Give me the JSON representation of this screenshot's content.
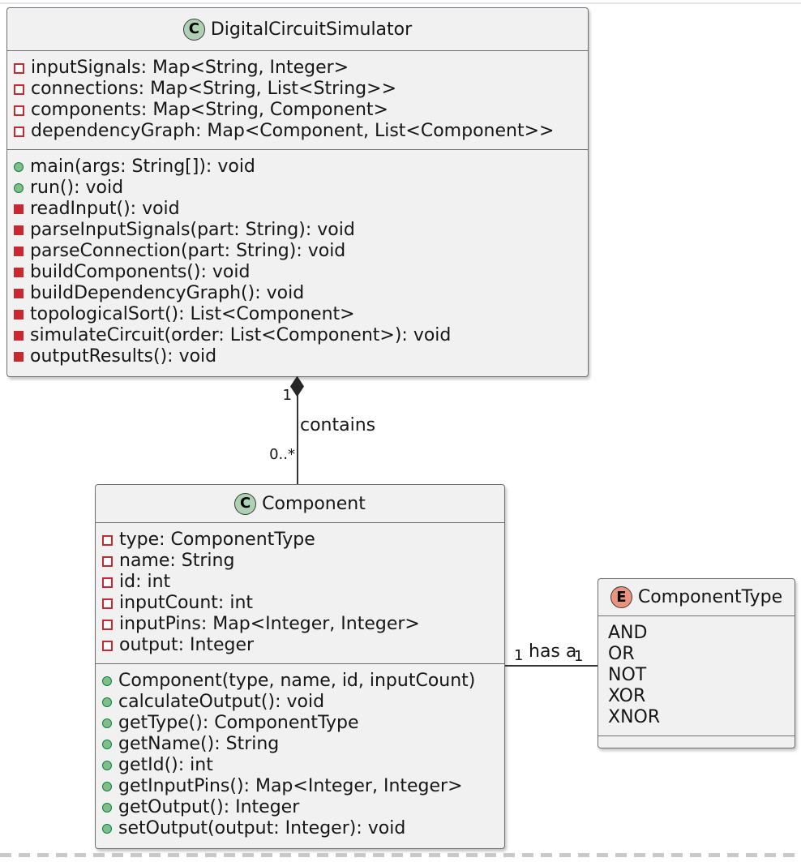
{
  "diagram": {
    "kind": "uml-class-diagram",
    "colors": {
      "node_fill": "#F1F1F1",
      "node_border": "#6f6f6f",
      "class_icon_fill": "#ADD1B2",
      "enum_icon_fill": "#EB937F",
      "private_red": "#C82930",
      "public_green_fill": "#84BE84",
      "public_green_border": "#038048",
      "edge_color": "#333333"
    },
    "classes": [
      {
        "name": "DigitalCircuitSimulator",
        "kind": "class",
        "icon_letter": "C",
        "attributes": [
          {
            "vis": "field-private",
            "text": "inputSignals: Map<String, Integer>"
          },
          {
            "vis": "field-private",
            "text": "connections: Map<String, List<String>>"
          },
          {
            "vis": "field-private",
            "text": "components: Map<String, Component>"
          },
          {
            "vis": "field-private",
            "text": "dependencyGraph: Map<Component, List<Component>>"
          }
        ],
        "methods": [
          {
            "vis": "method-public",
            "text": "main(args: String[]): void"
          },
          {
            "vis": "method-public",
            "text": "run(): void"
          },
          {
            "vis": "method-private",
            "text": "readInput(): void"
          },
          {
            "vis": "method-private",
            "text": "parseInputSignals(part: String): void"
          },
          {
            "vis": "method-private",
            "text": "parseConnection(part: String): void"
          },
          {
            "vis": "method-private",
            "text": "buildComponents(): void"
          },
          {
            "vis": "method-private",
            "text": "buildDependencyGraph(): void"
          },
          {
            "vis": "method-private",
            "text": "topologicalSort(): List<Component>"
          },
          {
            "vis": "method-private",
            "text": "simulateCircuit(order: List<Component>): void"
          },
          {
            "vis": "method-private",
            "text": "outputResults(): void"
          }
        ]
      },
      {
        "name": "Component",
        "kind": "class",
        "icon_letter": "C",
        "attributes": [
          {
            "vis": "field-private",
            "text": "type: ComponentType"
          },
          {
            "vis": "field-private",
            "text": "name: String"
          },
          {
            "vis": "field-private",
            "text": "id: int"
          },
          {
            "vis": "field-private",
            "text": "inputCount: int"
          },
          {
            "vis": "field-private",
            "text": "inputPins: Map<Integer, Integer>"
          },
          {
            "vis": "field-private",
            "text": "output: Integer"
          }
        ],
        "methods": [
          {
            "vis": "method-public",
            "text": "Component(type, name, id, inputCount)"
          },
          {
            "vis": "method-public",
            "text": "calculateOutput(): void"
          },
          {
            "vis": "method-public",
            "text": "getType(): ComponentType"
          },
          {
            "vis": "method-public",
            "text": "getName(): String"
          },
          {
            "vis": "method-public",
            "text": "getId(): int"
          },
          {
            "vis": "method-public",
            "text": "getInputPins(): Map<Integer, Integer>"
          },
          {
            "vis": "method-public",
            "text": "getOutput(): Integer"
          },
          {
            "vis": "method-public",
            "text": "setOutput(output: Integer): void"
          }
        ]
      },
      {
        "name": "ComponentType",
        "kind": "enum",
        "icon_letter": "E",
        "values": [
          "AND",
          "OR",
          "NOT",
          "XOR",
          "XNOR"
        ]
      }
    ],
    "relations": [
      {
        "type": "composition",
        "from": "DigitalCircuitSimulator",
        "to": "Component",
        "label": "contains",
        "from_mult": "1",
        "to_mult": "0..*"
      },
      {
        "type": "association",
        "from": "Component",
        "to": "ComponentType",
        "label": "has a",
        "from_mult": "1",
        "to_mult": "1"
      }
    ]
  }
}
